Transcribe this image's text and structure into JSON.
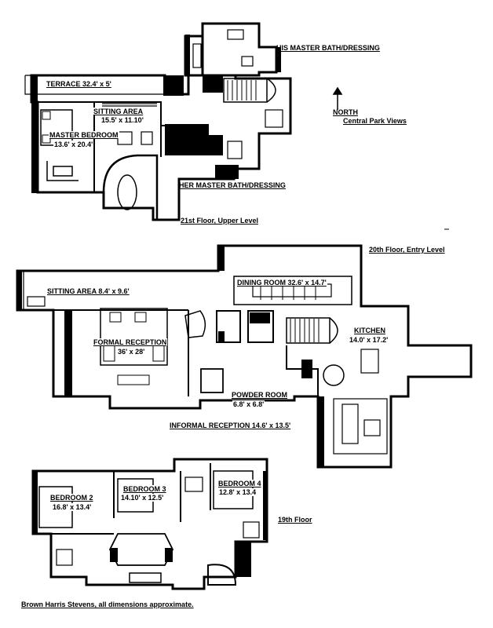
{
  "floors": {
    "upper": {
      "caption": "21st Floor, Upper Level",
      "rooms": {
        "his_bath": "HIS MASTER BATH/DRESSING",
        "terrace": "TERRACE 32.4' x 5'",
        "sitting_area_name": "SITTING AREA",
        "sitting_area_dim": "15.5' x 11.10'",
        "master_bedroom_name": "MASTER BEDROOM",
        "master_bedroom_dim": "13.6' x 20.4'",
        "her_bath": "HER MASTER BATH/DRESSING"
      }
    },
    "entry": {
      "caption": "20th Floor, Entry Level",
      "rooms": {
        "sitting_area": "SITTING AREA 8.4' x 9.6'",
        "dining_room": "DINING ROOM 32.6' x 14.7'",
        "formal_reception_name": "FORMAL RECEPTION",
        "formal_reception_dim": "36' x 28'",
        "kitchen_name": "KITCHEN",
        "kitchen_dim": "14.0' x 17.2'",
        "powder_room_name": "POWDER ROOM",
        "powder_room_dim": "6.8' x 6.8'",
        "informal_reception": "INFORMAL RECEPTION 14.6' x 13.5'"
      }
    },
    "lower": {
      "caption": "19th Floor",
      "rooms": {
        "bedroom2_name": "BEDROOM 2",
        "bedroom2_dim": "16.8' x 13.4'",
        "bedroom3_name": "BEDROOM 3",
        "bedroom3_dim": "14.10' x 12.5'",
        "bedroom4_name": "BEDROOM 4",
        "bedroom4_dim": "12.8' x 13.4"
      }
    }
  },
  "compass": {
    "label": "NORTH",
    "views": "Central Park Views"
  },
  "footer": "Brown Harris Stevens, all dimensions approximate.",
  "colors": {
    "wall": "#000000",
    "background": "#ffffff",
    "fixture": "#555555"
  }
}
